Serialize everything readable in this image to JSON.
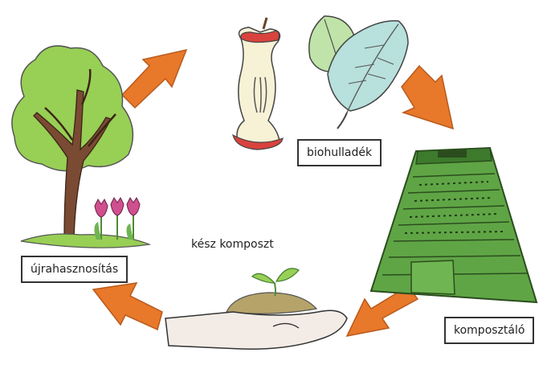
{
  "labels": {
    "biohulladek": "biohulladék",
    "komposztalo": "komposztáló",
    "kesz_komposzt": "kész komposzt",
    "ujrahasznositas": "újrahasznosítás"
  },
  "colors": {
    "arrow": "#e8782a",
    "leaf_light": "#bfe3a8",
    "leaf_blue": "#b8e0dc",
    "bin_green": "#5fa545",
    "bin_dark": "#3d7a2c",
    "tree_canopy": "#98cf55",
    "trunk": "#7a4a33",
    "apple_red": "#d9433d",
    "soil": "#b5a369",
    "tulip": "#d04f8e"
  },
  "icons": [
    "apple-core-icon",
    "leaves-icon",
    "compost-bin-icon",
    "hand-compost-icon",
    "tree-icon",
    "tulips-icon"
  ]
}
